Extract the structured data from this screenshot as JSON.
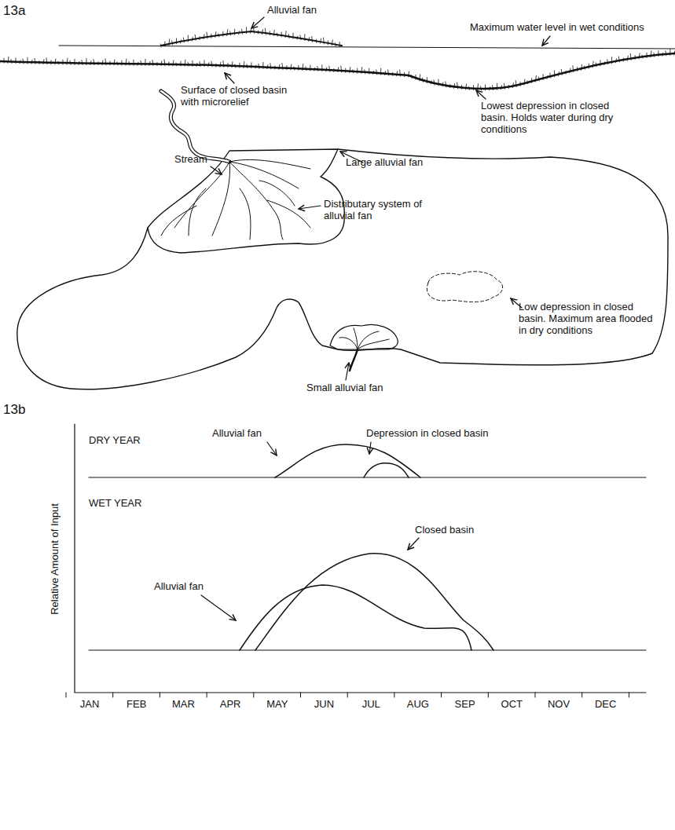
{
  "diagram": {
    "labels": [
      "13a",
      "Alluvial fan",
      "Maximum water level in wet conditions",
      "Surface of closed basin with microrelief",
      "Lowest depression in closed basin. Holds water during dry conditions",
      "Stream",
      "Large alluvial fan",
      "Distributary system of alluvial fan",
      "Low depression in closed basin. Maximum area flooded in dry conditions",
      "Small alluvial fan",
      "13b",
      "DRY YEAR",
      "Alluvial fan",
      "Depression in closed basin",
      "WET YEAR",
      "Closed basin",
      "Alluvial fan",
      "Relative Amount of Input",
      "JAN",
      "FEB",
      "MAR",
      "APR",
      "MAY",
      "JUN",
      "JUL",
      "AUG",
      "SEP",
      "OCT",
      "NOV",
      "DEC"
    ]
  }
}
